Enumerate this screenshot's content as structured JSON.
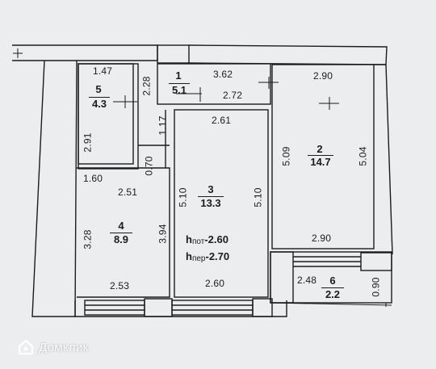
{
  "rooms": [
    {
      "id": "1",
      "number": "1",
      "area": "5.1"
    },
    {
      "id": "2",
      "number": "2",
      "area": "14.7"
    },
    {
      "id": "3",
      "number": "3",
      "area": "13.3"
    },
    {
      "id": "4",
      "number": "4",
      "area": "8.9"
    },
    {
      "id": "5",
      "number": "5",
      "area": "4.3"
    },
    {
      "id": "6",
      "number": "6",
      "area": "2.2"
    }
  ],
  "dimensions": {
    "r5_top": "1.47",
    "r5_right": "2.28",
    "r5_left": "2.91",
    "r1_top": "3.62",
    "r1_bottom": "2.72",
    "r1_v_upper": "1.17",
    "r1_v_lower": "0.70",
    "r2_top": "2.90",
    "r2_left": "5.09",
    "r2_right": "5.04",
    "r2_bottom": "2.90",
    "r3_top": "2.61",
    "r3_left": "5.10",
    "r3_right": "5.10",
    "r3_bottom": "2.60",
    "r4_top_left": "1.60",
    "r4_top": "2.51",
    "r4_left": "3.28",
    "r4_right": "3.94",
    "r4_bottom": "2.53",
    "r6_width": "2.48",
    "r6_depth": "0.90"
  },
  "heights": {
    "ceiling_prefix": "h",
    "ceiling_sub": "пот",
    "ceiling_value": "-2.60",
    "floor_prefix": "h",
    "floor_sub": "пер",
    "floor_value": "-2.70"
  },
  "watermark": {
    "brand": "Домклик",
    "icon": "domclick-logo-icon"
  }
}
